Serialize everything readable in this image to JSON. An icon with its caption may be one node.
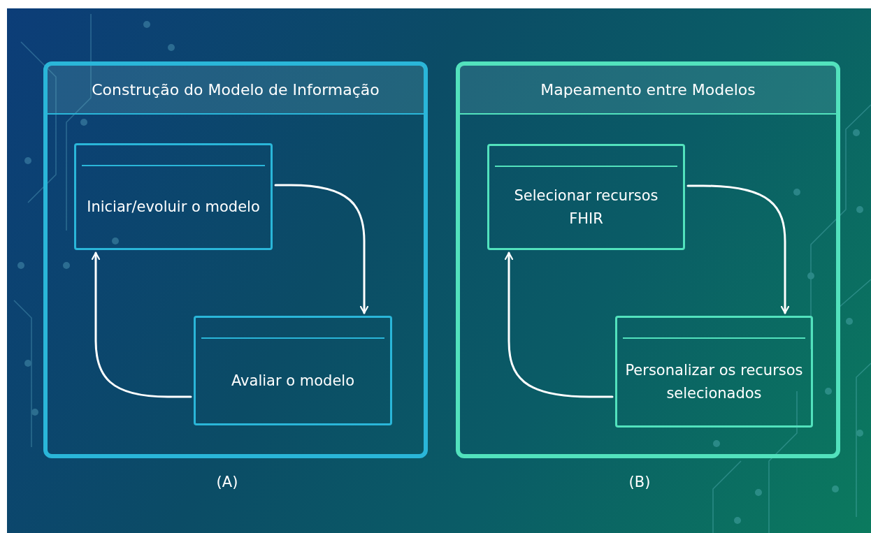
{
  "diagram": {
    "nodes": [
      {
        "text": [
          "Construção do Modelo de Informação"
        ],
        "beside": [
          "(A)"
        ]
      },
      {
        "text": [
          "Iniciar/evoluir o modelo"
        ],
        "in": 0
      },
      {
        "text": [
          "Avaliar o modelo"
        ],
        "in": 0
      },
      {
        "text": [
          "Mapeamento entre Modelos"
        ],
        "beside": [
          "(B)"
        ]
      },
      {
        "text": [
          "Selecionar recursos FHIR"
        ],
        "in": 3
      },
      {
        "text": [
          "Personalizar os recursos selecionados"
        ],
        "in": 3
      }
    ],
    "edges": [
      {
        "from": 1,
        "to": 2,
        "arrow": "to"
      },
      {
        "from": 2,
        "to": 1,
        "arrow": "to"
      },
      {
        "from": 4,
        "to": 5,
        "arrow": "to"
      },
      {
        "from": 5,
        "to": 4,
        "arrow": "to"
      }
    ]
  }
}
